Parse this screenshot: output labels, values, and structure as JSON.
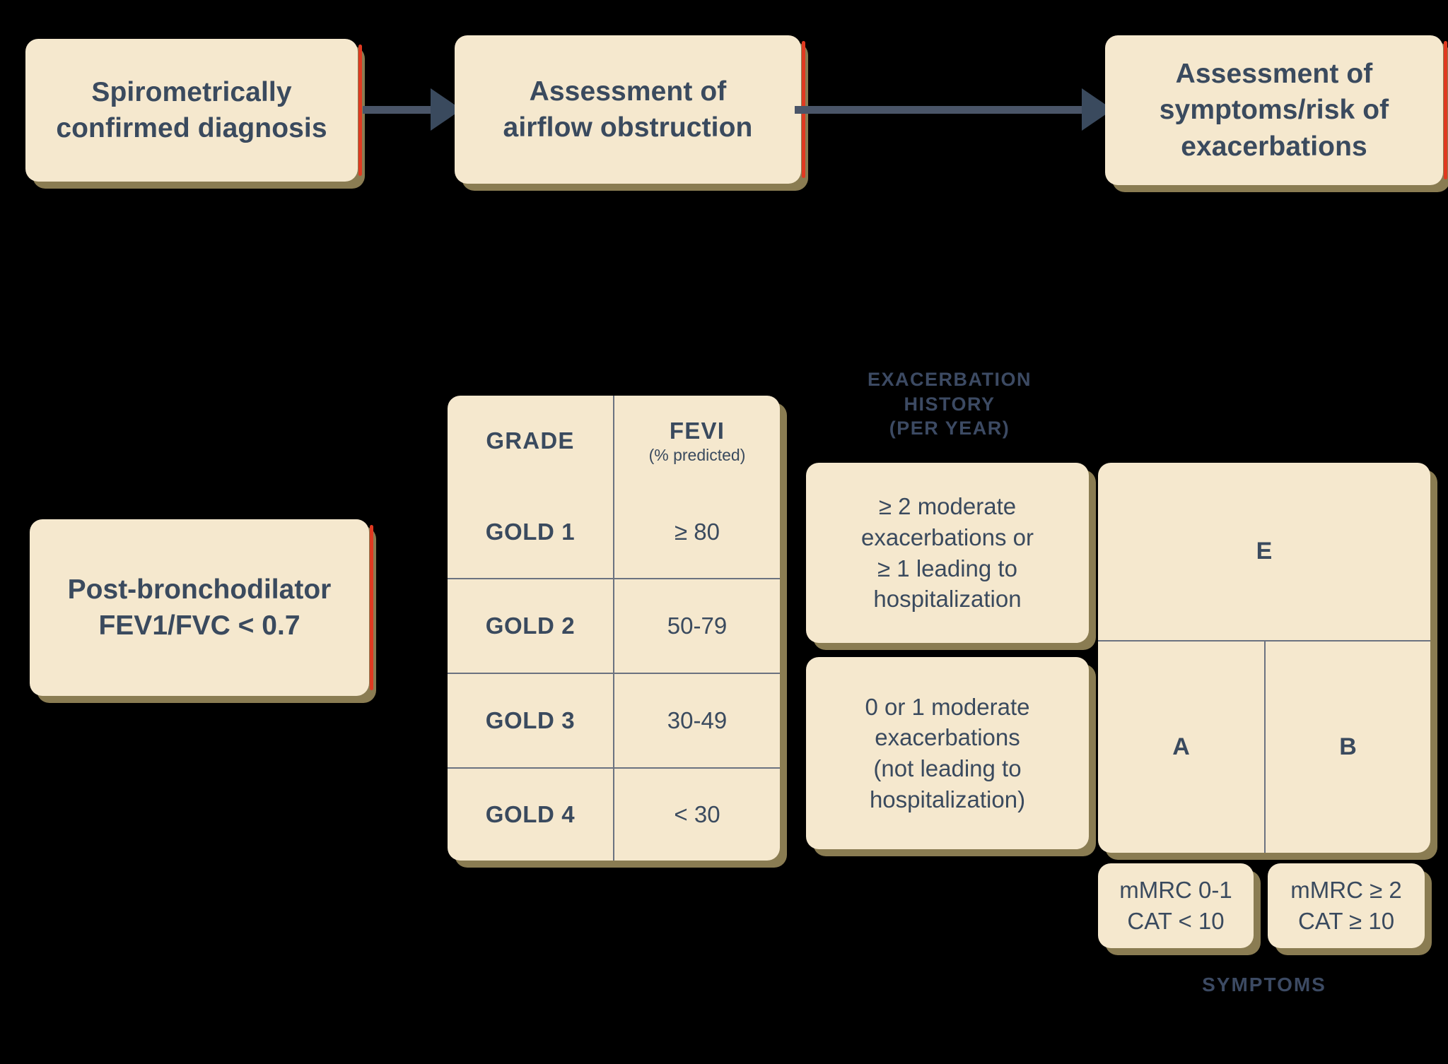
{
  "flow": {
    "steps": [
      {
        "id": "diagnosis",
        "lines": [
          "Spirometrically",
          "confirmed diagnosis"
        ]
      },
      {
        "id": "airflow",
        "lines": [
          "Assessment of",
          "airflow obstruction"
        ]
      },
      {
        "id": "symptoms",
        "lines": [
          "Assessment of",
          "symptoms/risk of",
          "exacerbations"
        ]
      }
    ],
    "arrows": [
      {
        "id": "arrow-diagnosis-to-airflow",
        "name": "right-arrow-icon"
      },
      {
        "id": "arrow-airflow-to-symptoms",
        "name": "right-arrow-icon"
      }
    ]
  },
  "post_bronchodilator": {
    "lines": [
      "Post-bronchodilator",
      "FEV1/FVC < 0.7"
    ]
  },
  "grade_table": {
    "headers": {
      "grade": "GRADE",
      "fevi_main": "FEVI",
      "fevi_sub": "(% predicted)"
    },
    "rows": [
      {
        "grade": "GOLD 1",
        "value": "≥ 80"
      },
      {
        "grade": "GOLD 2",
        "value": "50-79"
      },
      {
        "grade": "GOLD 3",
        "value": "30-49"
      },
      {
        "grade": "GOLD 4",
        "value": "< 30"
      }
    ]
  },
  "exacerbation": {
    "label_lines": [
      "EXACERBATION",
      "HISTORY",
      "(PER YEAR)"
    ],
    "high": {
      "lines": [
        "≥ 2 moderate",
        "exacerbations or",
        "≥ 1 leading to",
        "hospitalization"
      ]
    },
    "low": {
      "lines": [
        "0 or 1 moderate",
        "exacerbations",
        "(not leading to",
        "hospitalization)"
      ]
    }
  },
  "abe_grid": {
    "top": {
      "label": "E"
    },
    "bottom": [
      {
        "label": "A"
      },
      {
        "label": "B"
      }
    ]
  },
  "symptoms_scale": {
    "label": "SYMPTOMS",
    "low": {
      "lines": [
        "mMRC 0-1",
        "CAT < 10"
      ]
    },
    "high": {
      "lines": [
        "mMRC ≥ 2",
        "CAT ≥ 10"
      ]
    }
  },
  "colors": {
    "card_fill": "#F5E8CE",
    "card_shadow": "#8A7C52",
    "text": "#3A4A5E",
    "accent_stripe": "#E03A21",
    "arrow": "#3A4A5E",
    "table_rule": "#6B7280",
    "background": "#000000"
  }
}
